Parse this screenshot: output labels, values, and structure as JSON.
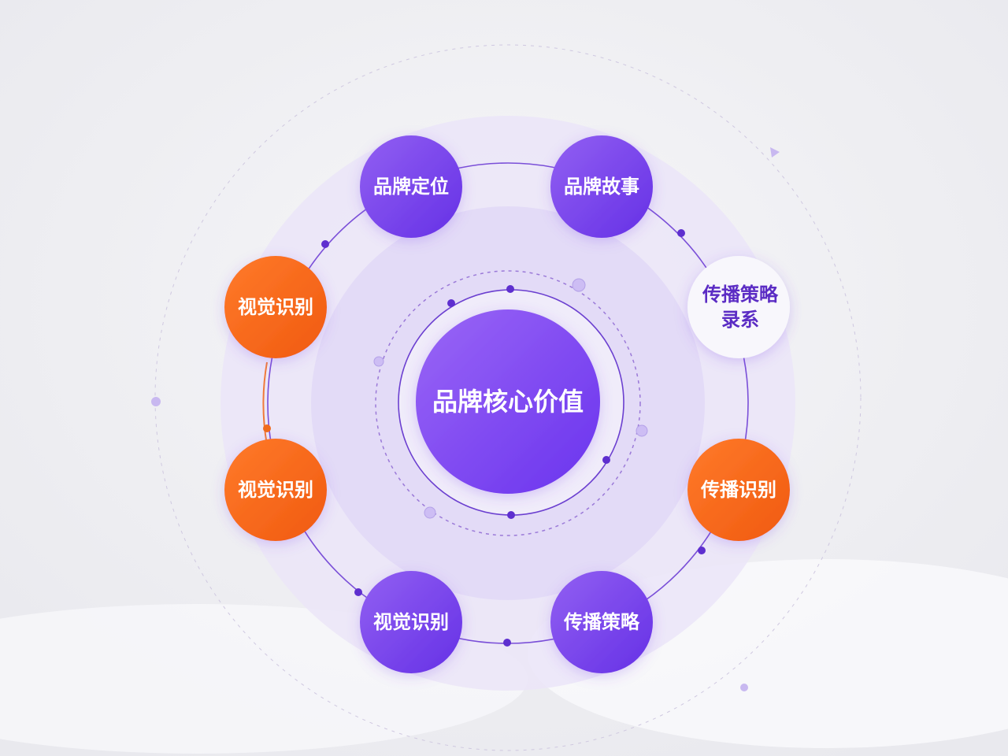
{
  "center": {
    "label": "品牌核心价值"
  },
  "nodes": [
    {
      "label": "品牌定位",
      "style": "purple"
    },
    {
      "label": "品牌故事",
      "style": "purple"
    },
    {
      "label_line1": "传播策略",
      "label_line2": "录系",
      "style": "white"
    },
    {
      "label": "传播识别",
      "style": "orange"
    },
    {
      "label": "传播策略",
      "style": "purple"
    },
    {
      "label": "视觉识别",
      "style": "purple"
    },
    {
      "label": "视觉识别",
      "style": "orange"
    },
    {
      "label": "视觉识别",
      "style": "orange"
    }
  ],
  "colors": {
    "purple": "#7a45ea",
    "orange": "#f86a1c",
    "white": "#f7f6fb",
    "line": "#6b3fd0"
  }
}
